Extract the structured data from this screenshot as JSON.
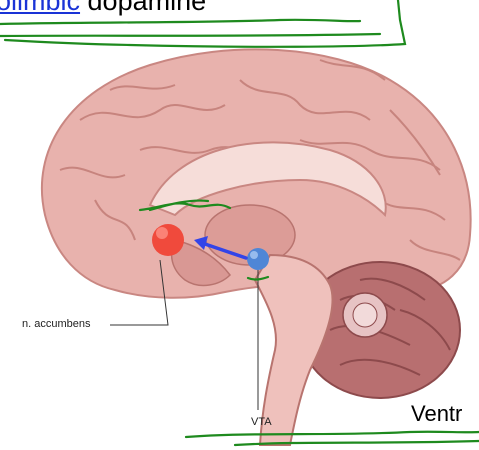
{
  "caption": {
    "link_text": "olimbic",
    "rest_text": " dopamine"
  },
  "labels": {
    "nucleus_accumbens": "n. accumbens",
    "vta": "VTA",
    "ventral_cut": "Ventr"
  },
  "colors": {
    "brain": "#e8b2ad",
    "brain_dark": "#c98782",
    "nucleus_accumbens": "#f04a3c",
    "vta": "#4f86d6",
    "arrow": "#3344e8",
    "annotation_ink": "#1e8a1e",
    "link": "#1a33d6"
  }
}
